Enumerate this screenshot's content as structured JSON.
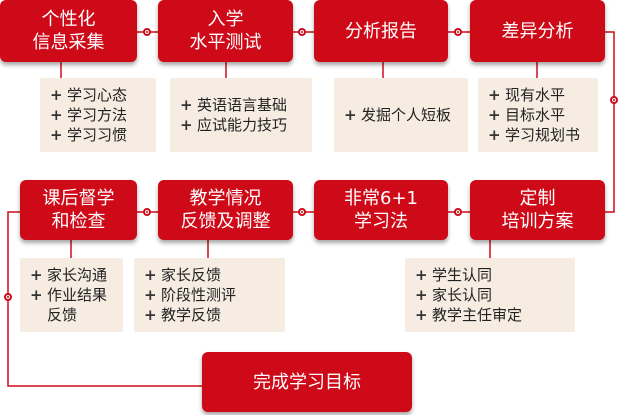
{
  "steps": [
    {
      "line1": "个性化",
      "line2": "信息采集"
    },
    {
      "line1": "入学",
      "line2": "水平测试"
    },
    {
      "line1": "分析报告",
      "line2": ""
    },
    {
      "line1": "差异分析",
      "line2": ""
    },
    {
      "line1": "定制",
      "line2": "培训方案"
    },
    {
      "line1": "非常6+1",
      "line2": "学习法"
    },
    {
      "line1": "教学情况",
      "line2": "反馈及调整"
    },
    {
      "line1": "课后督学",
      "line2": "和检查"
    },
    {
      "line1": "完成学习目标",
      "line2": ""
    }
  ],
  "notes": {
    "step1": [
      "学习心态",
      "学习方法",
      "学习习惯"
    ],
    "step2": [
      "英语语言基础",
      "应试能力技巧"
    ],
    "step3": [
      "发掘个人短板"
    ],
    "step4": [
      "现有水平",
      "目标水平",
      "学习规划书"
    ],
    "step5": [
      "学生认同",
      "家长认同",
      "教学主任审定"
    ],
    "step7": [
      "家长反馈",
      "阶段性测评",
      "教学反馈"
    ],
    "step8": [
      "家长沟通",
      "作业结果",
      "反馈"
    ]
  },
  "bullet": "+",
  "colors": {
    "accent": "#cf0a18",
    "note_bg": "#f6ece2"
  }
}
